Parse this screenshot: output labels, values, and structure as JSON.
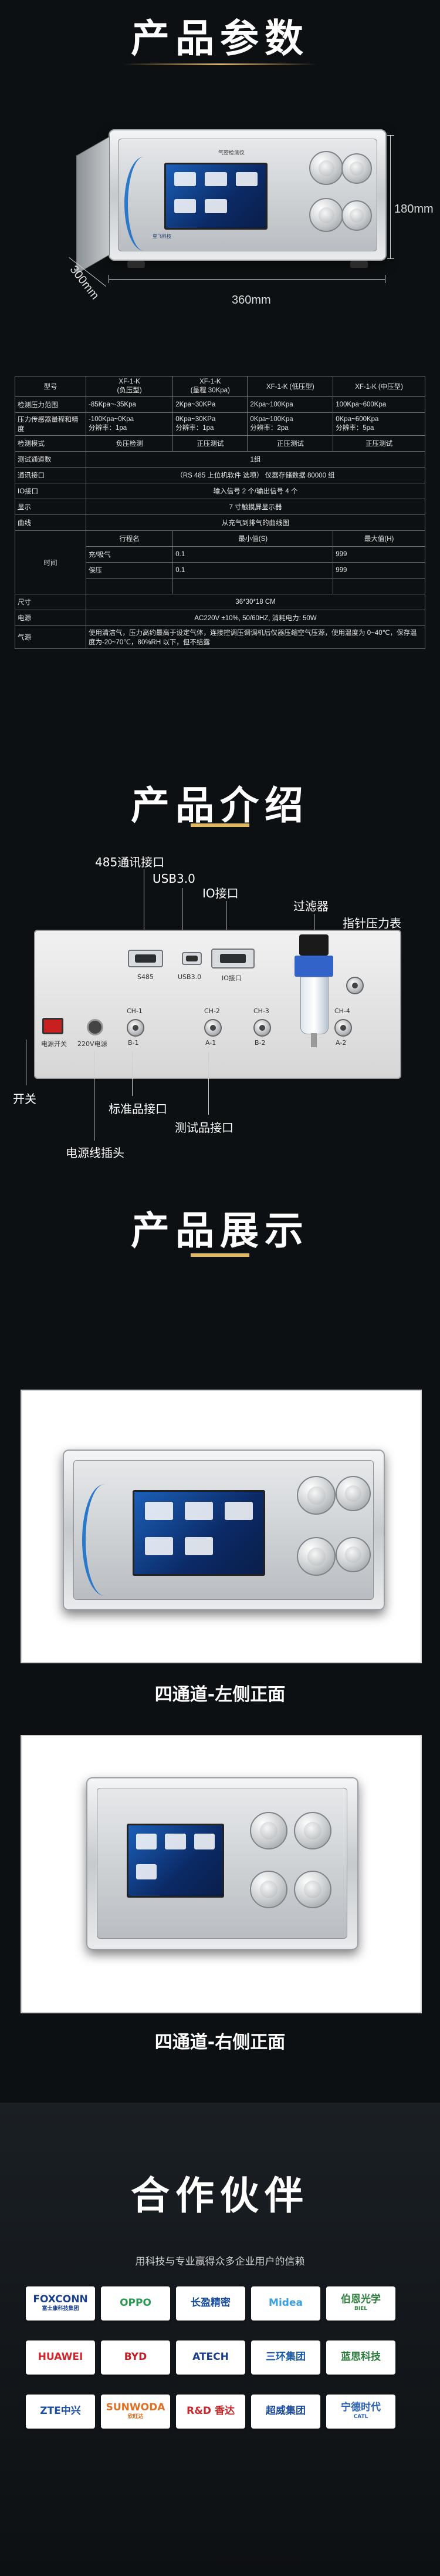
{
  "section1": {
    "title": "产品参数"
  },
  "dimensions": {
    "width": "360mm",
    "height": "180mm",
    "depth": "300mm"
  },
  "device_label": {
    "title": "气密检测仪",
    "subtitle": "AIR LEAK TESTER",
    "brand": "星飞科技"
  },
  "spec_table": {
    "model_label": "型号",
    "models": [
      "XF-1-K\n(负压型)",
      "XF-1-K\n(量程 30Kpa)",
      "XF-1-K   (低压型)",
      "XF-1-K   (中压型)"
    ],
    "rows": [
      {
        "label": "检测压力范围",
        "cells": [
          "-85Kpa~-35Kpa",
          "2Kpa~30KPa",
          "2Kpa~100Kpa",
          "100Kpa~600Kpa"
        ]
      },
      {
        "label": "压力传感器量程和精度",
        "cells": [
          "-100Kpa~0Kpa\n分辨率：1pa",
          "0Kpa~30KPa\n分辨率：1pa",
          "0Kpa~100Kpa\n分辨率：2pa",
          "0Kpa~600Kpa\n分辨率：5pa"
        ]
      },
      {
        "label": "检测模式",
        "cells": [
          "负压检测",
          "正压测试",
          "正压测试",
          "正压测试"
        ]
      }
    ],
    "channels": {
      "label": "测试通道数",
      "value": "1组"
    },
    "comm": {
      "label": "通讯接口",
      "value": "（RS 485 上位机软件 选项）  仪器存储数据 80000 组"
    },
    "io": {
      "label": "IO接口",
      "value": "输入信号 2 个/输出信号 4 个"
    },
    "display": {
      "label": "显示",
      "value": "7 寸触摸屏显示器"
    },
    "curve": {
      "label": "曲线",
      "value": "从充气到排气的曲线图"
    },
    "time": {
      "label": "时间",
      "header": [
        "行程名",
        "最小值(S)",
        "最大值(H)"
      ],
      "rows": [
        {
          "name": "充/吸气",
          "min": "0.1",
          "max": "999"
        },
        {
          "name": "保压",
          "min": "0.1",
          "max": "999"
        },
        {
          "name": "",
          "min": "",
          "max": ""
        }
      ]
    },
    "size": {
      "label": "尺寸",
      "value": "36*30*18 CM"
    },
    "power": {
      "label": "电源",
      "value": "AC220V  ±10%, 50/60HZ,  消耗电力: 50W"
    },
    "air": {
      "label": "气源",
      "value": "使用清洁气，压力高约最高于设定气体，连接控调压调调机后仪器压缩空气压源，使用温度为 0~40℃，保存温度为-20~70℃，80%RH 以下，但不结露"
    }
  },
  "section2": {
    "title": "产品介绍"
  },
  "rear_panel": {
    "callouts": {
      "rs485": "485通讯接口",
      "usb": "USB3.0",
      "io": "IO接口",
      "filter": "过滤器",
      "gauge": "指针压力表",
      "switch": "开关",
      "standard": "标准品接口",
      "test": "测试品接口",
      "power_plug": "电源线插头"
    },
    "panel_labels": {
      "s485": "S485",
      "usb": "USB3.0",
      "io": "IO接口",
      "switch": "电源开关",
      "power": "220V电源",
      "ch1": "CH-1",
      "b1": "B-1",
      "ch2": "CH-2",
      "a1": "A-1",
      "ch3": "CH-3",
      "b2": "B-2",
      "ch4": "CH-4",
      "a2": "A-2"
    }
  },
  "section3": {
    "title": "产品展示"
  },
  "showcase": [
    {
      "caption": "四通道-左侧正面"
    },
    {
      "caption": "四通道-右侧正面"
    }
  ],
  "section4": {
    "title": "合作伙伴",
    "subtitle": "用科技与专业赢得众多企业用户的信赖"
  },
  "partners": [
    {
      "name": "FOXCONN",
      "sub": "富士康科技集团",
      "color": "#1a3f8f"
    },
    {
      "name": "OPPO",
      "sub": "",
      "color": "#2a9a55"
    },
    {
      "name": "长盈精密",
      "sub": "",
      "color": "#1b4fa0"
    },
    {
      "name": "Midea",
      "sub": "",
      "color": "#3ba0e0"
    },
    {
      "name": "伯恩光学",
      "sub": "BIEL",
      "color": "#2f7f3f"
    },
    {
      "name": "HUAWEI",
      "sub": "",
      "color": "#d0262b"
    },
    {
      "name": "BYD",
      "sub": "",
      "color": "#c01e24"
    },
    {
      "name": "ATECH",
      "sub": "",
      "color": "#1d3d8c"
    },
    {
      "name": "三环集团",
      "sub": "",
      "color": "#1c5ba5"
    },
    {
      "name": "蓝思科技",
      "sub": "",
      "color": "#2b7b3a"
    },
    {
      "name": "ZTE中兴",
      "sub": "",
      "color": "#1b4ea0"
    },
    {
      "name": "SUNWODA",
      "sub": "欣旺达",
      "color": "#e07024"
    },
    {
      "name": "R&D 香达",
      "sub": "",
      "color": "#c7282c"
    },
    {
      "name": "超威集团",
      "sub": "",
      "color": "#1d4c9e"
    },
    {
      "name": "宁德时代",
      "sub": "CATL",
      "color": "#2a63b5"
    }
  ]
}
